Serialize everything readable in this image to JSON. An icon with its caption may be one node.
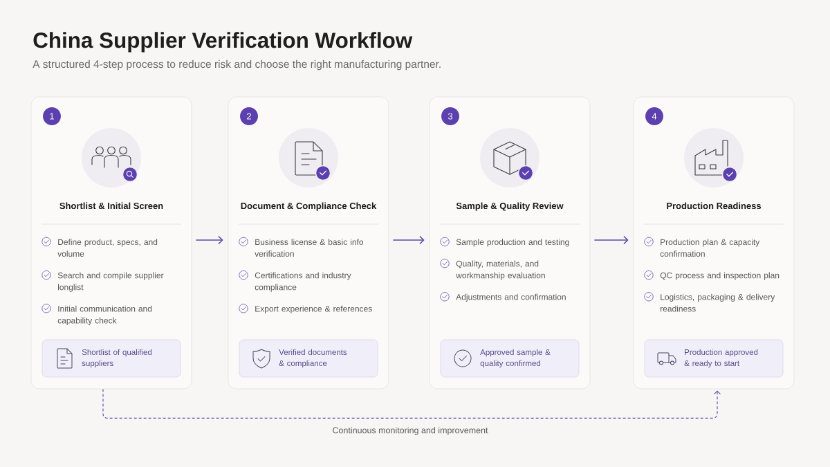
{
  "diagram": {
    "title": "China Supplier Verification Workflow",
    "nodes": [
      {
        "text": [
          "Shortlist & Initial Screen",
          "Define product, specs, and volume",
          "Search and compile supplier longlist",
          "Initial communication and capability check"
        ]
      },
      {
        "text": [
          "1"
        ],
        "in": 0
      },
      {
        "text": [
          "Shortlist of qualified suppliers"
        ],
        "in": 0
      },
      {
        "text": [
          "Document & Compliance Check",
          "Business license & basic info verification",
          "Certifications and industry compliance",
          "Export experience & references"
        ]
      },
      {
        "text": [
          "2"
        ],
        "in": 3
      },
      {
        "text": [
          "Verified documents & compliance"
        ],
        "in": 3
      },
      {
        "text": [
          "Sample & Quality Review",
          "Sample production and testing",
          "Quality, materials, and workmanship evaluation",
          "Adjustments and confirmation"
        ]
      },
      {
        "text": [
          "3"
        ],
        "in": 6
      },
      {
        "text": [
          "Approved sample & quality confirmed"
        ],
        "in": 6
      },
      {
        "text": [
          "Production Readiness",
          "Production plan & capacity confirmation",
          "QC process and inspection plan",
          "Logistics, packaging & delivery readiness"
        ]
      },
      {
        "text": [
          "4"
        ],
        "in": 9
      },
      {
        "text": [
          "Production approved & ready to start"
        ],
        "in": 9
      }
    ],
    "edges": [
      {
        "from": 0,
        "to": 3,
        "arrow": "to"
      },
      {
        "from": 3,
        "to": 6,
        "arrow": "to"
      },
      {
        "from": 6,
        "to": 9,
        "arrow": "to"
      },
      {
        "from": 0,
        "to": 9,
        "arrow": "to",
        "label": "Continuous monitoring and improvement",
        "style": "dashed"
      }
    ],
    "labels": [
      "A structured 4-step process to reduce risk and choose the right manufacturing partner."
    ]
  }
}
